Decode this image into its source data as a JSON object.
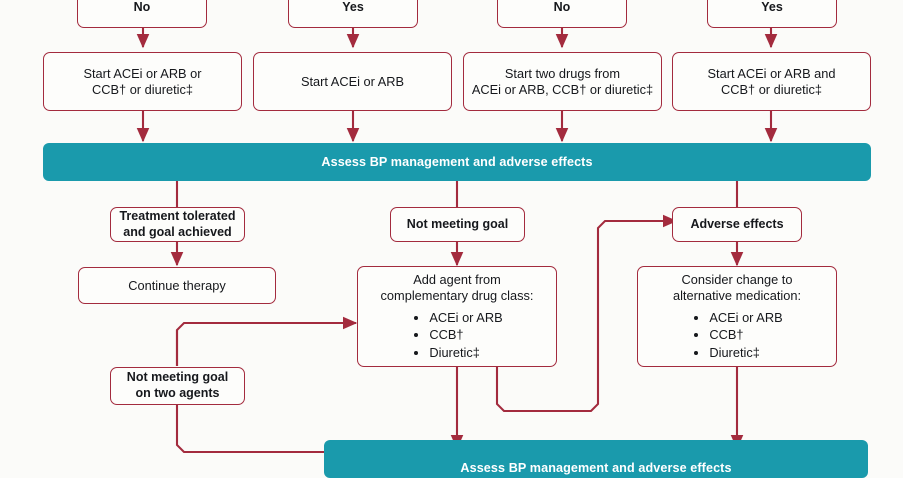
{
  "diagram": {
    "title": "Hypertension treatment algorithm flowchart",
    "colors": {
      "box_border": "#a32b3e",
      "banner_fill": "#1a9aac",
      "connector": "#a32b3e",
      "page_background": "#fbfbf9",
      "text": "#16181c",
      "banner_text": "#ffffff"
    },
    "decisions": [
      {
        "id": "d1",
        "label": "No"
      },
      {
        "id": "d2",
        "label": "Yes"
      },
      {
        "id": "d3",
        "label": "No"
      },
      {
        "id": "d4",
        "label": "Yes"
      }
    ],
    "actions": [
      {
        "id": "a1",
        "line1": "Start ACEi or ARB or",
        "line2": "CCB† or diuretic‡"
      },
      {
        "id": "a2",
        "line1": "Start ACEi or ARB",
        "line2": ""
      },
      {
        "id": "a3",
        "line1": "Start two drugs from",
        "line2": "ACEi or ARB, CCB† or diuretic‡"
      },
      {
        "id": "a4",
        "line1": "Start ACEi or ARB and",
        "line2": "CCB† or diuretic‡"
      }
    ],
    "banner_top": {
      "label": "Assess BP management and adverse effects"
    },
    "banner_bottom": {
      "label": "Assess BP management and  adverse effects"
    },
    "outcomes": [
      {
        "id": "o1",
        "line1": "Treatment tolerated",
        "line2": "and goal achieved"
      },
      {
        "id": "o2",
        "line1": "Not meeting goal",
        "line2": ""
      },
      {
        "id": "o3",
        "line1": "Adverse effects",
        "line2": ""
      }
    ],
    "continue_box": {
      "label": "Continue therapy"
    },
    "add_agent_box": {
      "head_line1": "Add agent from",
      "head_line2": "complementary drug class:",
      "bullets": [
        "ACEi or ARB",
        "CCB†",
        "Diuretic‡"
      ]
    },
    "alternative_box": {
      "head_line1": "Consider change to",
      "head_line2": "alternative medication:",
      "bullets": [
        "ACEi or ARB",
        "CCB†",
        "Diuretic‡"
      ]
    },
    "two_agents_box": {
      "line1": "Not meeting goal",
      "line2": "on two agents"
    }
  }
}
